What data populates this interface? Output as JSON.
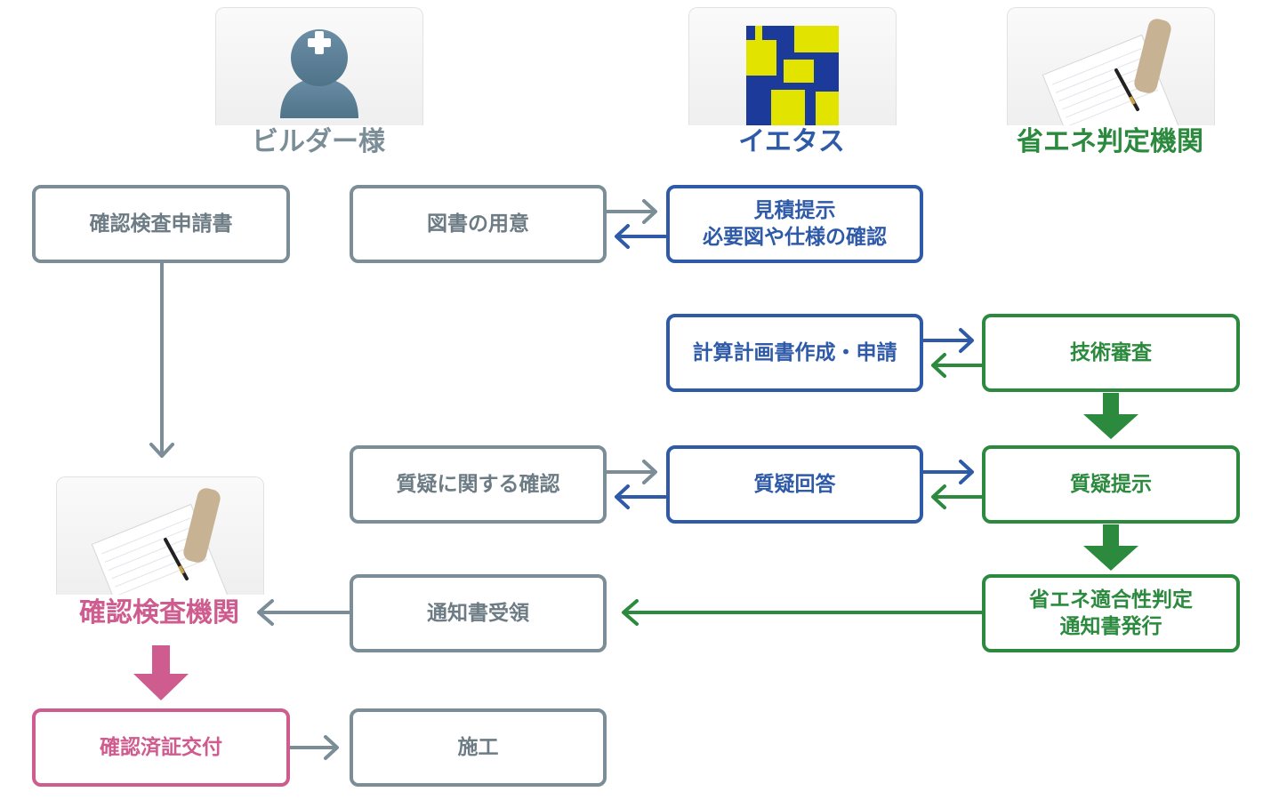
{
  "actors": {
    "builder": {
      "label": "ビルダー様",
      "color": "#7b8d96",
      "icon": "builder-person-icon"
    },
    "ietas": {
      "label": "イエタス",
      "color": "#2e5aa8",
      "icon": "ietas-logo-icon"
    },
    "agency": {
      "label": "省エネ判定機関",
      "color": "#2b8a3e",
      "icon": "document-pen-icon"
    }
  },
  "inspection_agency": {
    "label": "確認検査機関",
    "color": "#cf5c8f",
    "icon": "document-pen-icon"
  },
  "steps": {
    "kakunin_shinsei": "確認検査申請書",
    "zusho_yoi": "図書の用意",
    "mitsumori_line1": "見積提示",
    "mitsumori_line2": "必要図や仕様の確認",
    "keisan": "計算計画書作成・申請",
    "gijutsu_shinsa": "技術審査",
    "shitsugi_kakunin": "質疑に関する確認",
    "shitsugi_kaito": "質疑回答",
    "shitsugi_teiji": "質疑提示",
    "tsuchisho_juryo": "通知書受領",
    "tekigo_line1": "省エネ適合性判定",
    "tekigo_line2": "通知書発行",
    "kakunin_zumi": "確認済証交付",
    "seko": "施工"
  },
  "colors": {
    "gray": "#7b8d96",
    "blue": "#2e5aa8",
    "green": "#2b8a3e",
    "pink": "#cf5c8f"
  }
}
